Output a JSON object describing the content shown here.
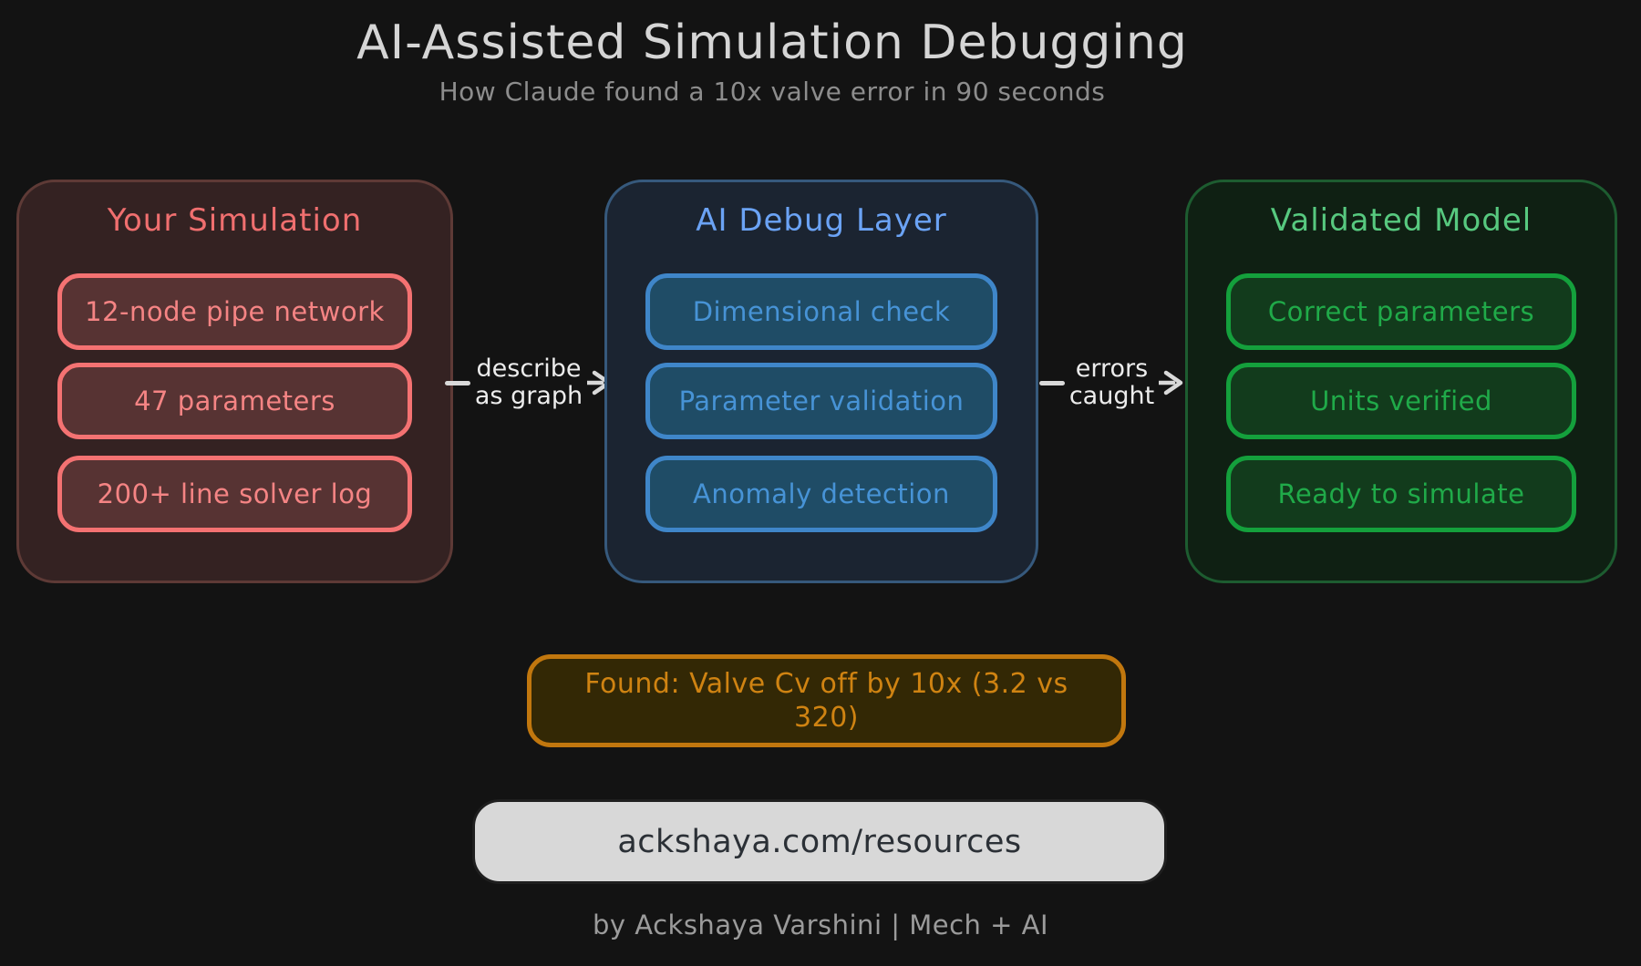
{
  "header": {
    "title": "AI-Assisted Simulation Debugging",
    "subtitle": "How Claude found a 10x valve error in 90 seconds"
  },
  "panels": [
    {
      "title": "Your Simulation",
      "items": [
        "12-node pipe network",
        "47 parameters",
        "200+ line solver log"
      ],
      "accent": "#f47272"
    },
    {
      "title": "AI Debug Layer",
      "items": [
        "Dimensional check",
        "Parameter validation",
        "Anomaly detection"
      ],
      "accent": "#3f86c9"
    },
    {
      "title": "Validated Model",
      "items": [
        "Correct parameters",
        "Units verified",
        "Ready to simulate"
      ],
      "accent": "#14a03c"
    }
  ],
  "arrows": [
    {
      "line1": "describe",
      "line2": "as graph"
    },
    {
      "line1": "errors",
      "line2": "caught"
    }
  ],
  "found_banner": {
    "text": "Found: Valve Cv off by 10x (3.2 vs 320)"
  },
  "link_pill": {
    "text": "ackshaya.com/resources"
  },
  "byline": "by Ackshaya Varshini | Mech + AI",
  "palette": {
    "background": "#131313",
    "red_accent": "#f47272",
    "blue_accent": "#4793d6",
    "green_accent": "#20aa49",
    "orange_accent": "#c1770e",
    "link_pill_fill": "#d8d8d8"
  }
}
